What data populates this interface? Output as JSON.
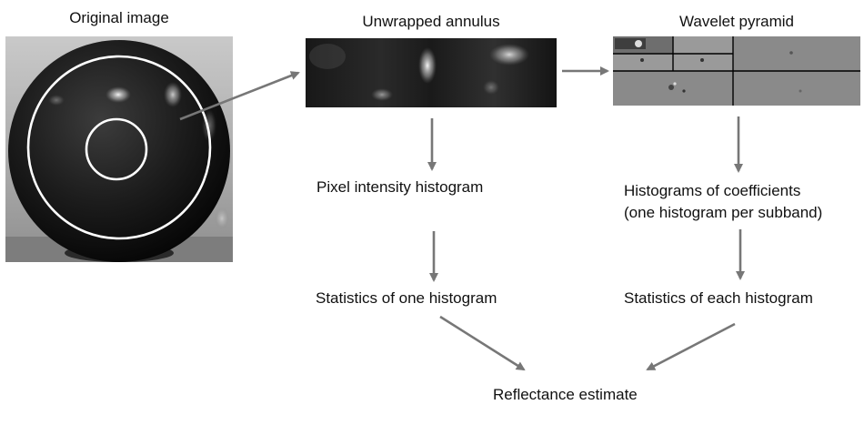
{
  "panels": {
    "original_title": "Original image",
    "unwrapped_title": "Unwrapped annulus",
    "wavelet_title": "Wavelet pyramid"
  },
  "steps": {
    "pixel_histogram": "Pixel intensity histogram",
    "coef_histogram_line1": "Histograms of coefficients",
    "coef_histogram_line2": "(one histogram per subband)",
    "stats_one": "Statistics of one histogram",
    "stats_each": "Statistics of each histogram",
    "result": "Reflectance estimate"
  },
  "colors": {
    "arrow": "#777777",
    "ring": "#ffffff",
    "pyramid_lines": "#000000"
  }
}
